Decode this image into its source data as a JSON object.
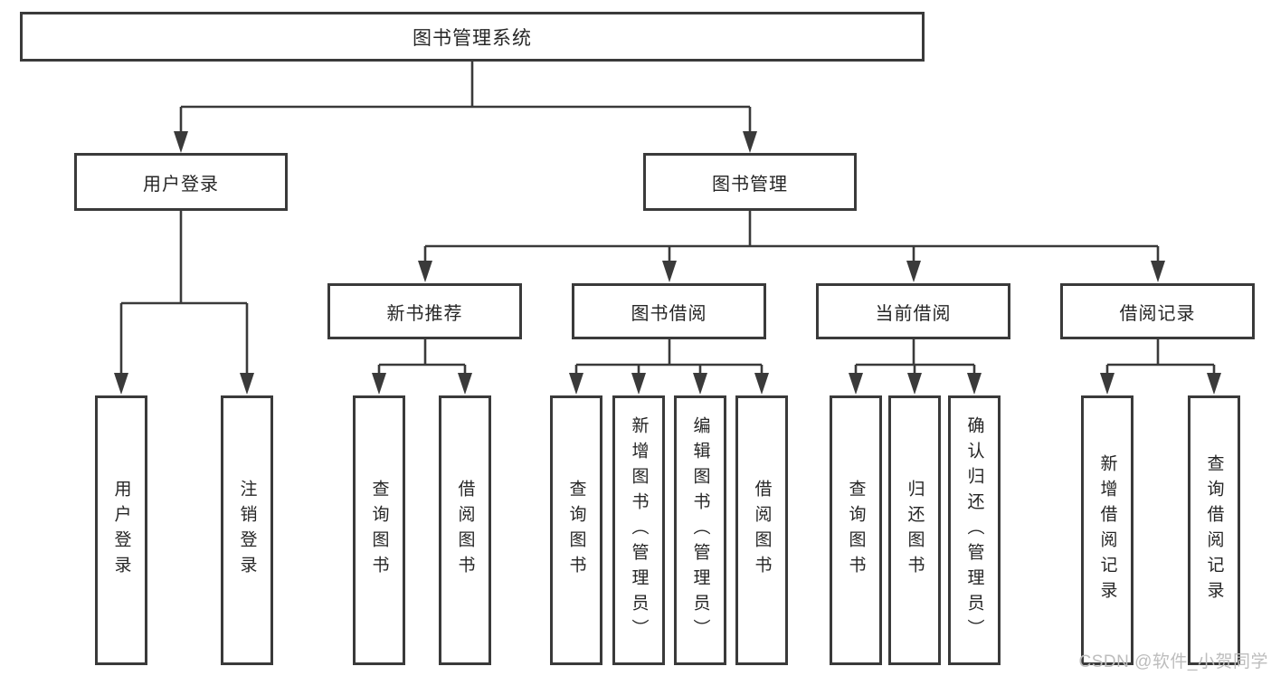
{
  "tree": {
    "root": "图书管理系统",
    "user_login": {
      "label": "用户登录",
      "children": [
        "用户登录",
        "注销登录"
      ]
    },
    "book_management": {
      "label": "图书管理",
      "sections": {
        "new_books": {
          "label": "新书推荐",
          "children": [
            "查询图书",
            "借阅图书"
          ]
        },
        "book_borrow": {
          "label": "图书借阅",
          "children": [
            "查询图书",
            "新增图书（管理员）",
            "编辑图书（管理员）",
            "借阅图书"
          ]
        },
        "current_borrow": {
          "label": "当前借阅",
          "children": [
            "查询图书",
            "归还图书",
            "确认归还（管理员）"
          ]
        },
        "borrow_records": {
          "label": "借阅记录",
          "children": [
            "新增借阅记录",
            "查询借阅记录"
          ]
        }
      }
    }
  },
  "watermark": "CSDN @软件_小贺同学",
  "colors": {
    "line": "#3a3a3a",
    "text": "#262626",
    "watermark": "#bdbdbd",
    "background": "#ffffff"
  }
}
